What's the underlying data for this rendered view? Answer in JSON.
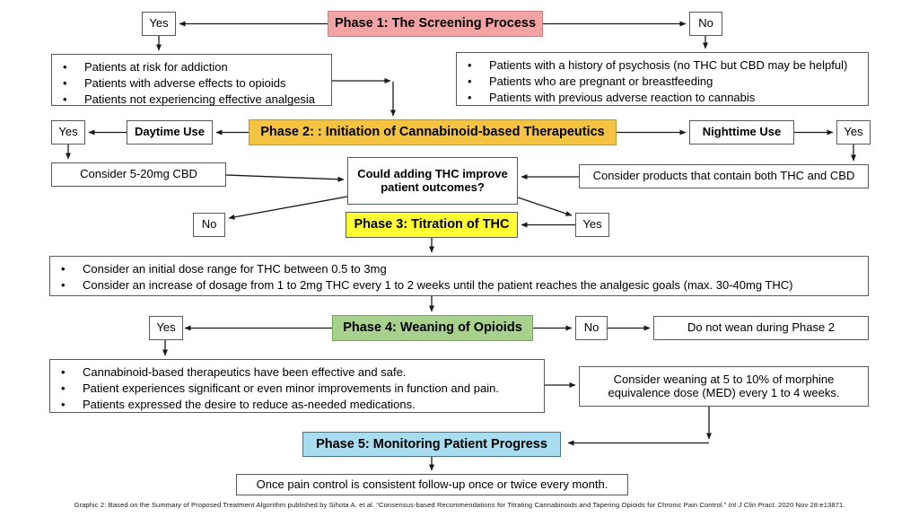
{
  "labels": {
    "yes": "Yes",
    "no": "No"
  },
  "phases": {
    "phase1": "Phase 1: The Screening Process",
    "phase2": "Phase 2: : Initiation of Cannabinoid-based Therapeutics",
    "phase3": "Phase 3: Titration of THC",
    "phase4": "Phase 4: Weaning of Opioids",
    "phase5": "Phase 5: Monitoring Patient Progress"
  },
  "colors": {
    "phase1": {
      "fill": "#F2A3A3",
      "border": "#C97F7F"
    },
    "phase2": {
      "fill": "#F5C342",
      "border": "#BF952F"
    },
    "phase3": {
      "fill": "#FFFF33",
      "border": "#595959"
    },
    "phase4": {
      "fill": "#A9D18E",
      "border": "#70A84F"
    },
    "phase5": {
      "fill": "#A8DCEF",
      "border": "#46718C"
    },
    "line": "#1a1a1a"
  },
  "nodes": {
    "screening_yes_bullets": [
      "Patients at risk for addiction",
      "Patients with adverse effects to opioids",
      "Patients not experiencing effective analgesia"
    ],
    "screening_no_bullets": [
      "Patients with a history of psychosis (no THC but CBD may be helpful)",
      "Patients who are pregnant or breastfeeding",
      "Patients with previous adverse reaction to cannabis"
    ],
    "daytime_use": "Daytime Use",
    "nighttime_use": "Nighttime Use",
    "consider_cbd": "Consider 5-20mg CBD",
    "could_thc": "Could adding THC improve patient outcomes?",
    "consider_both": "Consider products that contain both THC and CBD",
    "titration_bullets": [
      "Consider an initial dose range for THC between 0.5 to 3mg",
      "Consider an increase of dosage from 1 to 2mg THC every 1 to 2 weeks until the patient reaches the analgesic goals (max. 30-40mg THC)"
    ],
    "do_not_wean": "Do not wean during Phase 2",
    "weaning_bullets": [
      "Cannabinoid-based therapeutics have been effective and safe.",
      "Patient experiences significant or even minor improvements in function and pain.",
      "Patients expressed the desire to reduce as-needed medications."
    ],
    "consider_weaning": "Consider weaning at 5 to 10% of morphine equivalence dose (MED) every 1 to 4 weeks.",
    "follow_up": "Once pain control is consistent follow-up once or twice every month."
  },
  "caption": {
    "prefix": "Graphic 2: Based on the Summary of Proposed Treatment Algorithm published by Sihota A. et al. “Consensus-based Recommendations for Titrating Cannabinoids and Tapering Opioids for Chronic Pain Control.” ",
    "italic": "Int J Clin Pract.",
    "suffix": " 2020 Nov 28:e13871."
  }
}
